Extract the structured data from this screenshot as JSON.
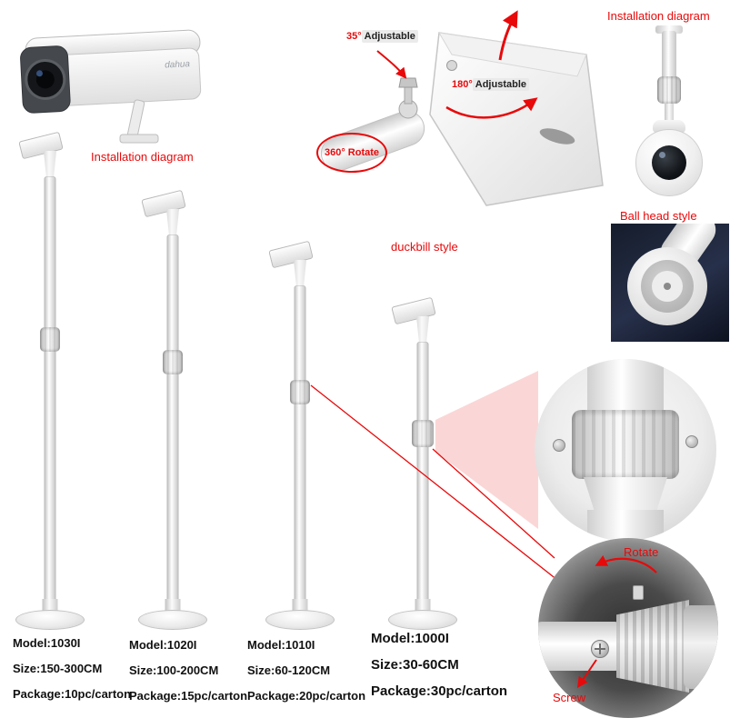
{
  "colors": {
    "accent_red": "#e8090a"
  },
  "camera": {
    "brand": "dahua",
    "label": "Installation diagram"
  },
  "duckbill": {
    "deg35": "35°",
    "adj35": "Adjustable",
    "deg180": "180°",
    "adj180": "Adjustable",
    "rot360": "360° Rotate",
    "style_label": "duckbill style"
  },
  "ballhead": {
    "title": "Installation diagram",
    "style_label": "Ball head style"
  },
  "zoom": {
    "rotate_label": "Rotate",
    "screw_label": "Screw"
  },
  "products": [
    {
      "model": "Model:1030I",
      "size": "Size:150-300CM",
      "package": "Package:10pc/carton"
    },
    {
      "model": "Model:1020I",
      "size": "Size:100-200CM",
      "package": "Package:15pc/carton"
    },
    {
      "model": "Model:1010I",
      "size": "Size:60-120CM",
      "package": "Package:20pc/carton"
    },
    {
      "model": "Model:1000I",
      "size": "Size:30-60CM",
      "package": "Package:30pc/carton"
    }
  ]
}
